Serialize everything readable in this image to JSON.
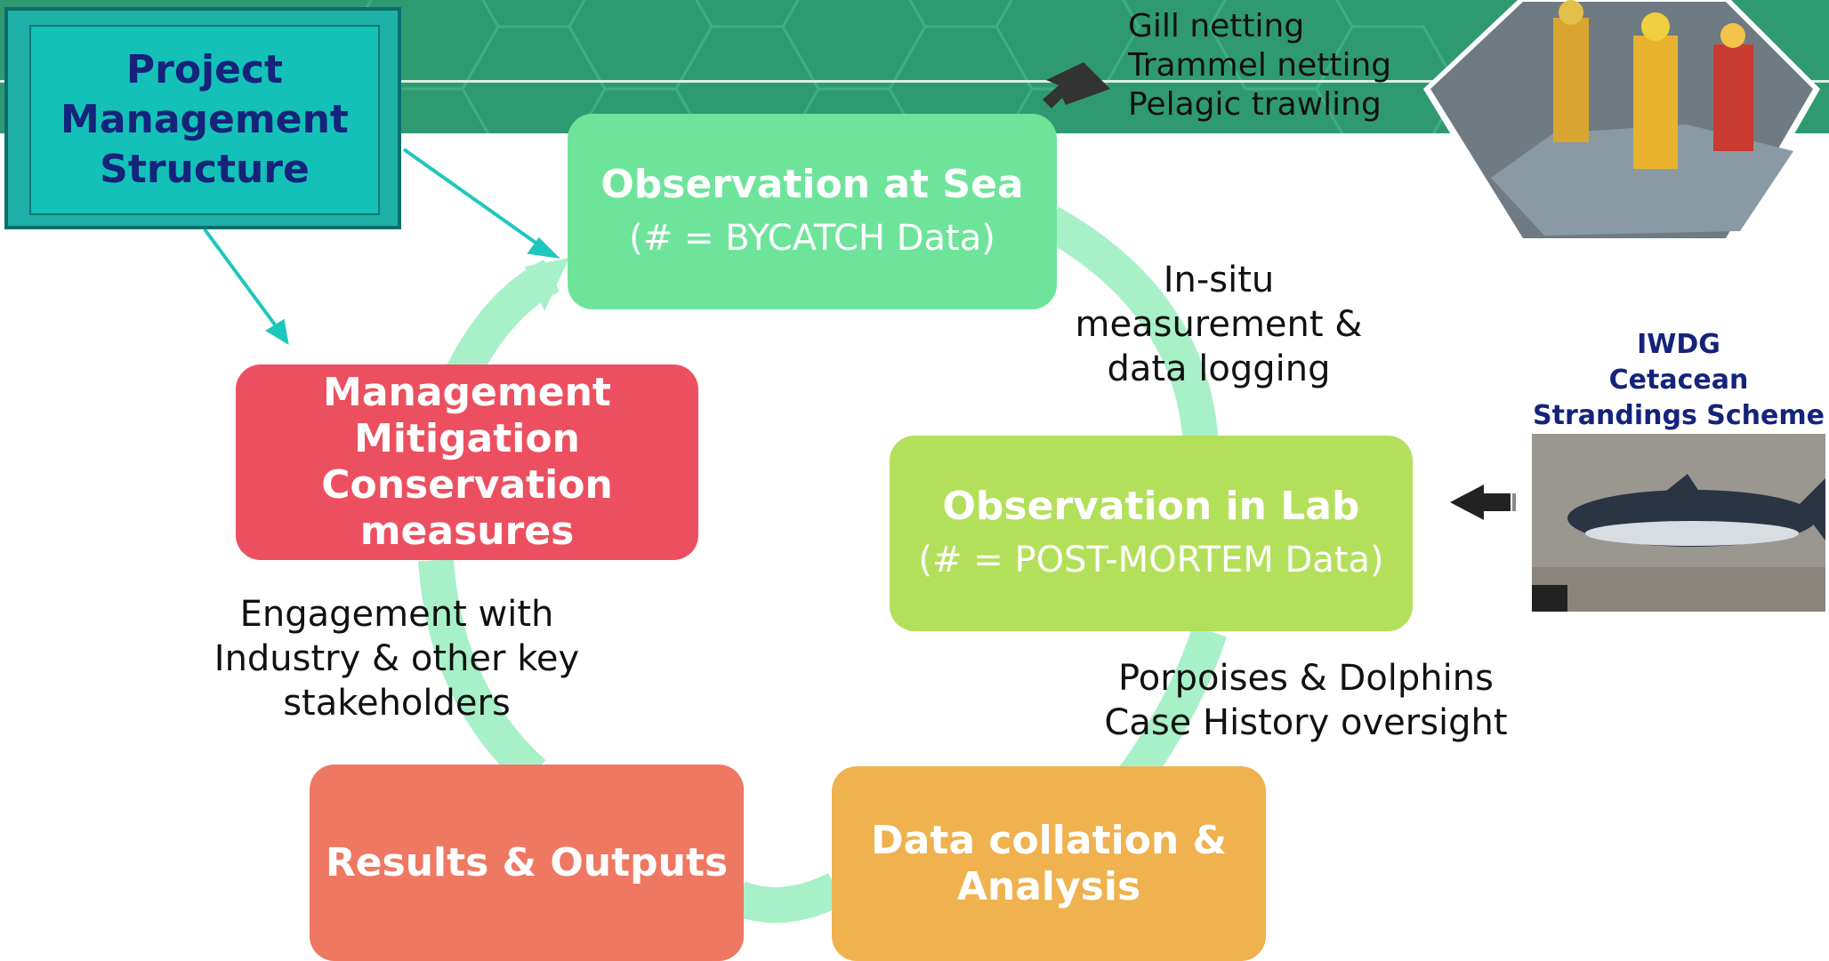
{
  "project_management": "Project\nManagement\nStructure",
  "methods": [
    "Gill netting",
    "Trammel netting",
    "Pelagic trawling"
  ],
  "nodes": {
    "observation_sea": {
      "title": "Observation at Sea",
      "subtitle": "(# = BYCATCH Data)",
      "color": "#6ee49b"
    },
    "observation_lab": {
      "title": "Observation in Lab",
      "subtitle": "(# = POST-MORTEM Data)",
      "color": "#b3e05a"
    },
    "data_collation": {
      "title": "Data collation &\nAnalysis",
      "color": "#efb24f"
    },
    "results": {
      "title": "Results & Outputs",
      "color": "#ef7863"
    },
    "management": {
      "title": "Management\nMitigation\nConservation\nmeasures",
      "color": "#ec5060"
    }
  },
  "edge_labels": {
    "sea_to_lab": "In-situ\nmeasurement &\ndata logging",
    "lab_to_data": "Porpoises & Dolphins\nCase History oversight",
    "results_to_management": "Engagement with\nIndustry & other key\nstakeholders"
  },
  "iwdg": "IWDG\nCetacean\nStrandings Scheme",
  "colors": {
    "header": "#2f9a72",
    "cycle_arrow": "#a8f0c8",
    "pm_arrow": "#1ec7be",
    "title_blue": "#15237a"
  }
}
